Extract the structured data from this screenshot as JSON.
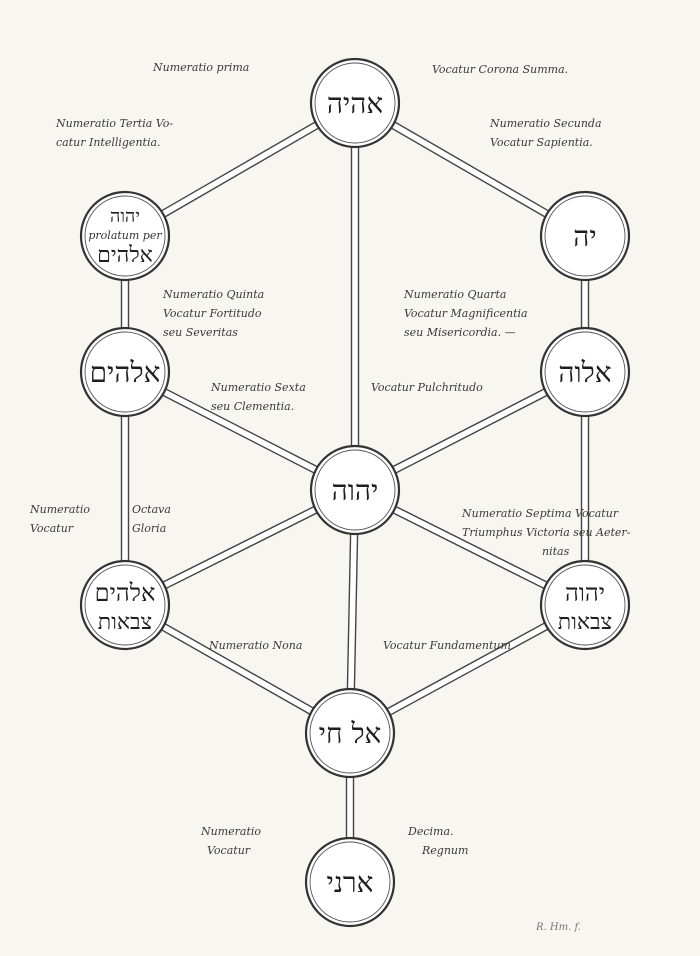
{
  "nodes": [
    {
      "id": "keter",
      "hebrew": "אהיה",
      "sub_latin": ""
    },
    {
      "id": "binah",
      "hebrew": "יהוה",
      "hebrew2": "אלהים",
      "sub_latin": "prolatum per"
    },
    {
      "id": "chokmah",
      "hebrew": "יה",
      "sub_latin": ""
    },
    {
      "id": "gevurah",
      "hebrew": "אלהים",
      "sub_latin": ""
    },
    {
      "id": "chesed",
      "hebrew": "אלוה",
      "sub_latin": ""
    },
    {
      "id": "tiferet",
      "hebrew": "יהוה",
      "sub_latin": ""
    },
    {
      "id": "hod",
      "hebrew": "אלהים",
      "hebrew2": "צבאות",
      "sub_latin": ""
    },
    {
      "id": "netzach",
      "hebrew": "יהוה",
      "hebrew2": "צבאות",
      "sub_latin": ""
    },
    {
      "id": "yesod",
      "hebrew": "אל חי",
      "sub_latin": ""
    },
    {
      "id": "malkhut",
      "hebrew": "ארני",
      "sub_latin": ""
    }
  ],
  "notes": {
    "prima": {
      "lines": [
        "Numeratio prima"
      ]
    },
    "prima_right": {
      "lines": [
        "Vocatur Corona Summa."
      ]
    },
    "tertia": {
      "lines": [
        "Numeratio Tertia Vo-",
        "catur Intelligentia."
      ]
    },
    "secunda": {
      "lines": [
        "Numeratio Secunda",
        "Vocatur Sapientia."
      ]
    },
    "quinta": {
      "lines": [
        "Numeratio Quinta",
        "Vocatur Fortitudo",
        "seu Severitas"
      ]
    },
    "quarta": {
      "lines": [
        "Numeratio Quarta",
        "Vocatur Magnificentia",
        "seu Misericordia. —"
      ]
    },
    "sexta": {
      "lines": [
        "Numeratio Sexta",
        "seu Clementia."
      ]
    },
    "sexta_right": {
      "lines": [
        "Vocatur Pulchritudo"
      ]
    },
    "octava": {
      "lines": [
        "Numeratio",
        "Vocatur"
      ]
    },
    "octava_right": {
      "lines": [
        "Octava",
        "Gloria"
      ]
    },
    "septima": {
      "lines": [
        "Numeratio Septima Vocatur",
        "Triumphus Victoria seu Aeter-",
        "nitas"
      ]
    },
    "nona": {
      "lines": [
        "Numeratio Nona"
      ]
    },
    "nona_right": {
      "lines": [
        "Vocatur Fundamentum"
      ]
    },
    "decima": {
      "lines": [
        "Numeratio",
        "Vocatur"
      ]
    },
    "decima_right": {
      "lines": [
        "Decima.",
        "Regnum"
      ]
    }
  },
  "signature": "R. Hm. f."
}
